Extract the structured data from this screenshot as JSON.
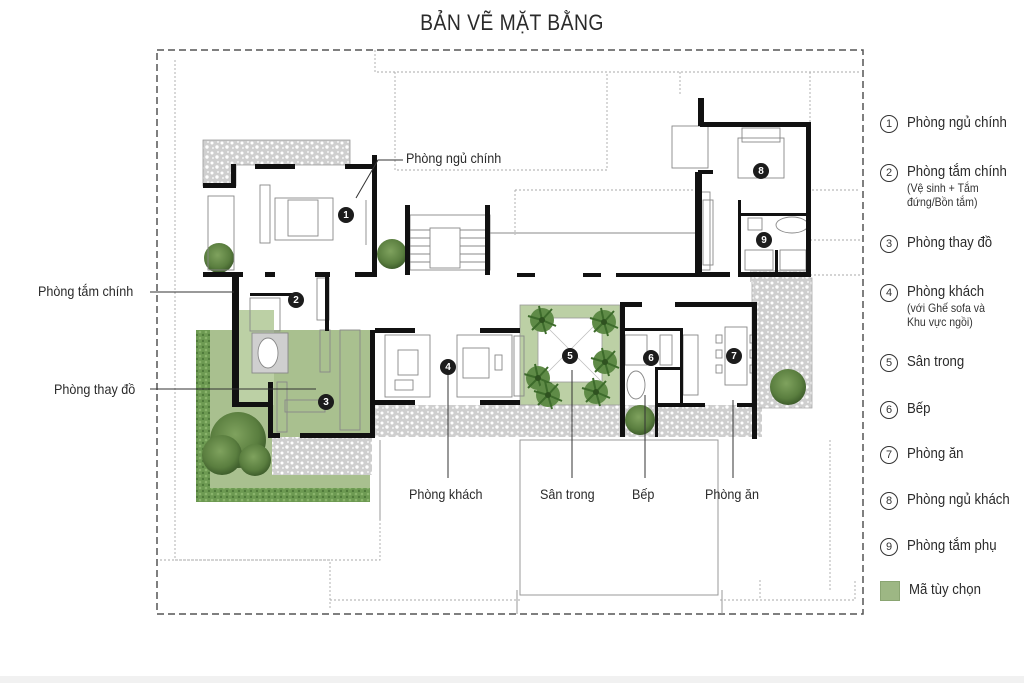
{
  "title": "BẢN VẼ MẶT BẰNG",
  "callouts": {
    "master_bedroom": "Phòng ngủ chính",
    "master_bath": "Phòng tắm chính",
    "dressing": "Phòng thay đồ",
    "living": "Phòng khách",
    "courtyard": "Sân trong",
    "kitchen": "Bếp",
    "dining": "Phòng ăn"
  },
  "markers": [
    "1",
    "2",
    "3",
    "4",
    "5",
    "6",
    "7",
    "8",
    "9"
  ],
  "legend": [
    {
      "num": "1",
      "label": "Phòng ngủ chính",
      "sub": ""
    },
    {
      "num": "2",
      "label": "Phòng tắm chính",
      "sub": "(Vệ sinh + Tắm",
      "sub2": "đứng/Bồn tắm)"
    },
    {
      "num": "3",
      "label": "Phòng thay đồ",
      "sub": ""
    },
    {
      "num": "4",
      "label": "Phòng khách",
      "sub": "(với Ghế sofa và",
      "sub2": "Khu vực ngồi)"
    },
    {
      "num": "5",
      "label": "Sân trong",
      "sub": ""
    },
    {
      "num": "6",
      "label": "Bếp",
      "sub": ""
    },
    {
      "num": "7",
      "label": "Phòng ăn",
      "sub": ""
    },
    {
      "num": "8",
      "label": "Phòng ngủ khách",
      "sub": ""
    },
    {
      "num": "9",
      "label": "Phòng tắm phụ",
      "sub": ""
    }
  ],
  "legend_swatch": {
    "label": "Mã tùy chọn",
    "color": "#9db784"
  },
  "colors": {
    "wall": "#111111",
    "lawn": "#a9c08f",
    "hedge": "#6f9a55",
    "tree": "#587a3e",
    "gravel": "#d6d6d6",
    "dashed": "#666666"
  }
}
